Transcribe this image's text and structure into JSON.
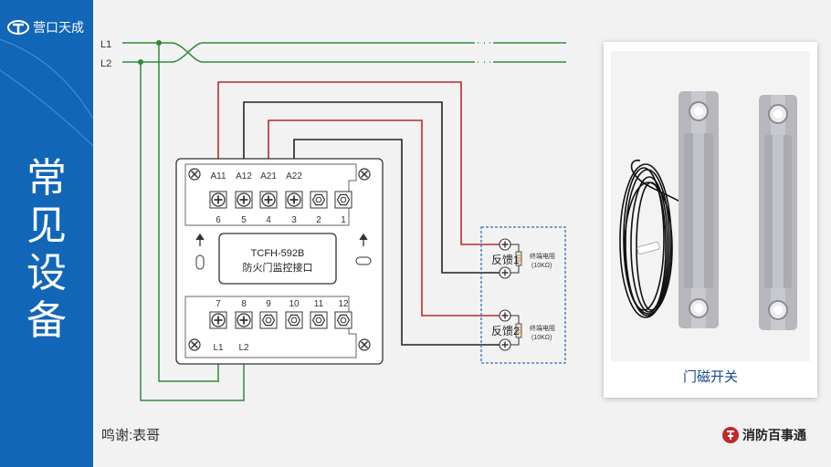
{
  "brand": {
    "name": "营口天成",
    "logo_icon": "tiancheng-logo-icon"
  },
  "sidebar": {
    "title_chars": [
      "常",
      "见",
      "设",
      "备"
    ]
  },
  "lines": {
    "l1": "L1",
    "l2": "L2"
  },
  "module": {
    "top_labels": [
      "A11",
      "A12",
      "A21",
      "A22"
    ],
    "top_numbers": [
      "6",
      "5",
      "4",
      "3",
      "2",
      "1"
    ],
    "name_line1": "TCFH-592B",
    "name_line2": "防火门监控接口",
    "bottom_numbers": [
      "7",
      "8",
      "9",
      "10",
      "11",
      "12"
    ],
    "bottom_labels": [
      "L1",
      "L2"
    ]
  },
  "feedback": {
    "one_label": "反馈1",
    "two_label": "反馈2",
    "resistor_label": "终端电阻",
    "resistor_value": "(10KΩ)"
  },
  "credit": "鸣谢:表哥",
  "photo": {
    "caption": "门磁开关"
  },
  "footer": {
    "brand": "消防百事通",
    "logo_icon": "xiaofang-logo-icon"
  },
  "colors": {
    "sidebar": "#1166b8",
    "green": "#2e8b3a",
    "red": "#c0282b",
    "black": "#222222",
    "dashed_box": "#2f6fb5"
  }
}
